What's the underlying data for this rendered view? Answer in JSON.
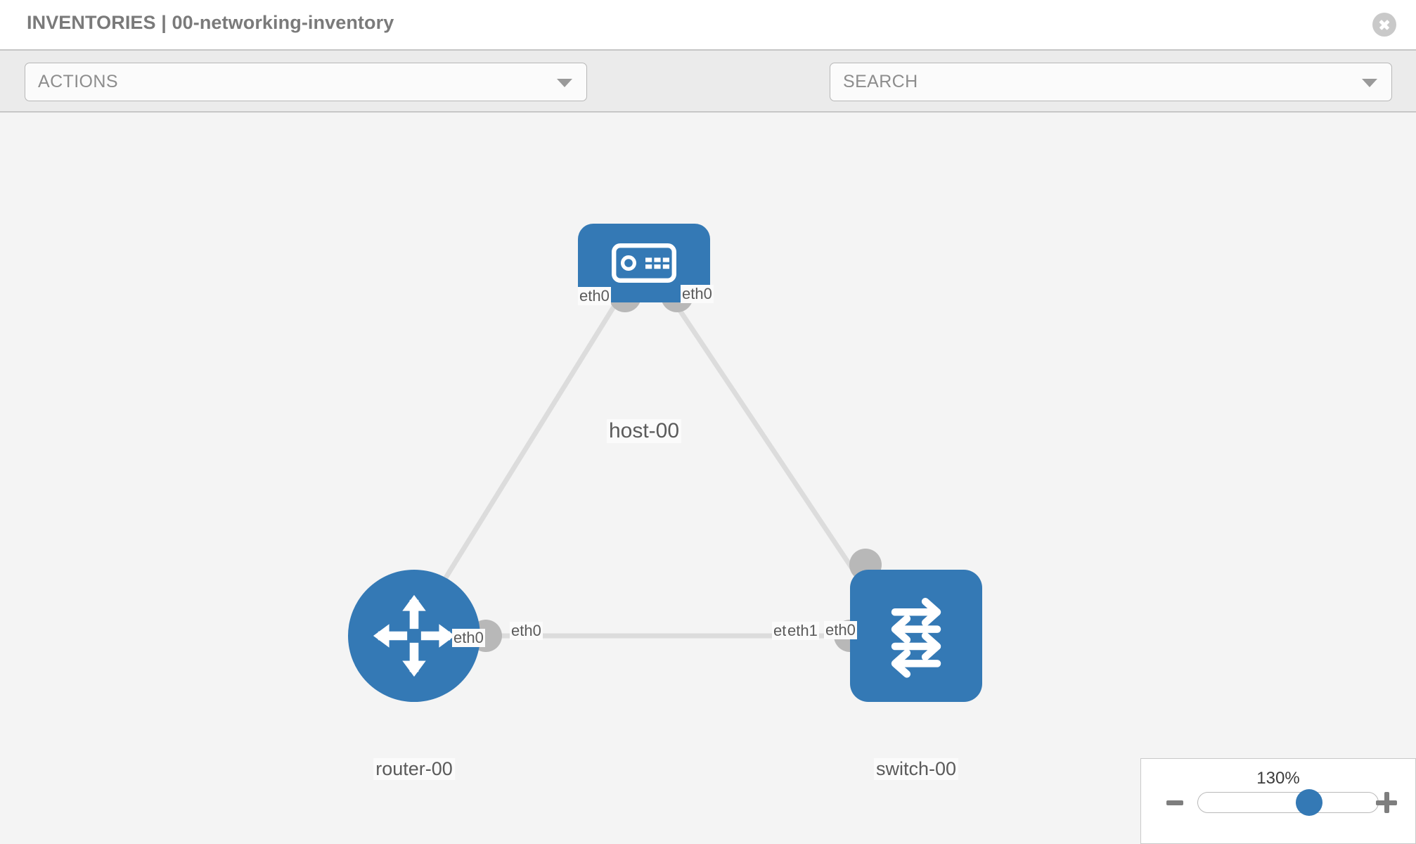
{
  "header": {
    "title": "INVENTORIES | 00-networking-inventory",
    "close_icon": "close-circle-icon"
  },
  "toolbar": {
    "actions_label": "ACTIONS",
    "search_placeholder": "SEARCH",
    "wrench_icon": "wrench-icon",
    "key_icon": "key-icon"
  },
  "topology": {
    "nodes": [
      {
        "id": "host-00",
        "label": "host-00",
        "type": "host",
        "shape": "rounded-rect",
        "color": "#3479b5"
      },
      {
        "id": "router-00",
        "label": "router-00",
        "type": "router",
        "shape": "circle",
        "color": "#3479b5"
      },
      {
        "id": "switch-00",
        "label": "switch-00",
        "type": "switch",
        "shape": "rounded-rect",
        "color": "#3479b5"
      }
    ],
    "links": [
      {
        "source": "host-00",
        "target": "router-00",
        "source_interface": "eth0",
        "target_interface": "eth0"
      },
      {
        "source": "host-00",
        "target": "switch-00",
        "source_interface": "eth0",
        "target_interface": "eth0"
      },
      {
        "source": "router-00",
        "target": "switch-00",
        "source_interface": "eth0",
        "target_interface": "eth1"
      }
    ],
    "interface_labels": {
      "host_left": "eth0",
      "host_right": "eth0",
      "router_upper": "eth0",
      "switch_upper": "eth0",
      "router_right": "eth0",
      "switch_left_occluded": "eth",
      "switch_left": "eth1"
    },
    "link_color": "#dcdcdc",
    "nub_color": "#b8b8b8"
  },
  "zoom_control": {
    "level": "130%",
    "minus_label": "zoom-out",
    "plus_label": "zoom-in"
  }
}
